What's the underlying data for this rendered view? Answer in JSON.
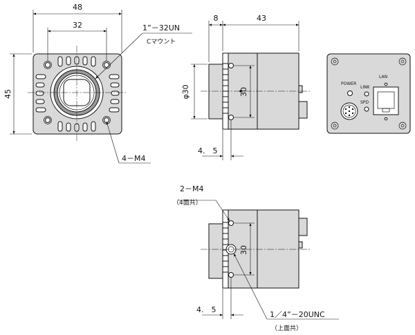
{
  "front_view": {
    "width_overall": "48",
    "mount_hole_spacing": "32",
    "height_overall": "45",
    "lens_thread": "1”－32UN",
    "lens_mount": "Cマウント",
    "tapped_holes": "4－M4"
  },
  "side_view": {
    "mount_depth": "8",
    "body_depth": "43",
    "mount_diameter": "φ30",
    "hole_spacing": "30",
    "offset": "4.　5"
  },
  "rear_view": {
    "label_power": "POWER",
    "label_lan": "LAN",
    "label_link": "LINK",
    "label_spd": "SPD"
  },
  "bottom_view": {
    "tapped_holes": "2－M4",
    "tapped_holes_note": "（4面共）",
    "hole_spacing": "30",
    "offset": "4.　5",
    "tripod_thread": "1／4”－20UNC",
    "tripod_note": "（上面共）"
  },
  "colors": {
    "body_fill": "#d9d9d9",
    "line": "#111111"
  }
}
